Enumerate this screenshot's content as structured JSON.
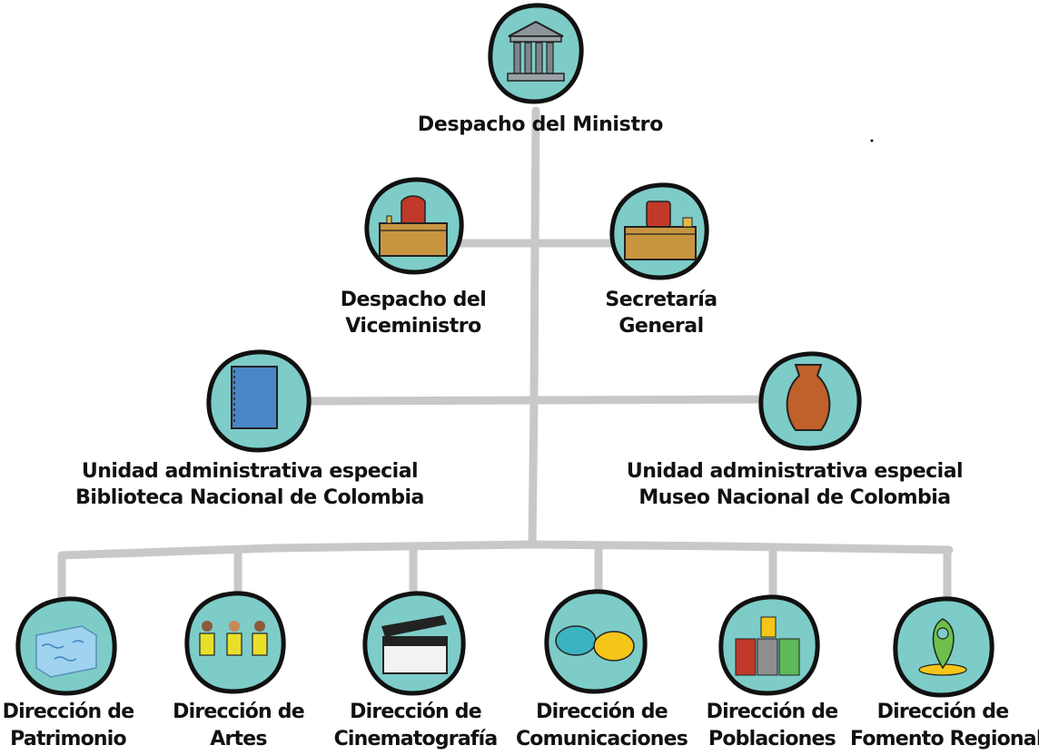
{
  "colors": {
    "connector": "#c8c8c8",
    "icon_fill": "#7dccc8",
    "icon_stroke": "#111111"
  },
  "nodes": {
    "ministro": {
      "line1": "Despacho del Ministro",
      "icon": "ministry-building-icon"
    },
    "viceministro": {
      "line1": "Despacho del",
      "line2": "Viceministro",
      "icon": "desk-throne-icon"
    },
    "secretaria": {
      "line1": "Secretaría",
      "line2": "General",
      "icon": "desk-chair-icon"
    },
    "biblioteca": {
      "line1": "Unidad administrativa especial",
      "line2": "Biblioteca Nacional de Colombia",
      "icon": "notebook-icon"
    },
    "museo": {
      "line1": "Unidad administrativa especial",
      "line2": "Museo Nacional de Colombia",
      "icon": "vase-icon"
    },
    "patrimonio": {
      "line1": "Dirección de",
      "line2": "Patrimonio",
      "icon": "ice-block-icon"
    },
    "artes": {
      "line1": "Dirección de",
      "line2": "Artes",
      "icon": "performers-icon"
    },
    "cinematografia": {
      "line1": "Dirección de",
      "line2": "Cinematografía",
      "icon": "clapperboard-icon"
    },
    "comunicaciones": {
      "line1": "Dirección de",
      "line2": "Comunicaciones",
      "icon": "speech-bubbles-icon"
    },
    "poblaciones": {
      "line1": "Dirección de",
      "line2": "Poblaciones",
      "icon": "people-group-icon"
    },
    "fomento": {
      "line1": "Dirección de",
      "line2": "Fomento Regional",
      "icon": "map-pin-icon"
    }
  }
}
